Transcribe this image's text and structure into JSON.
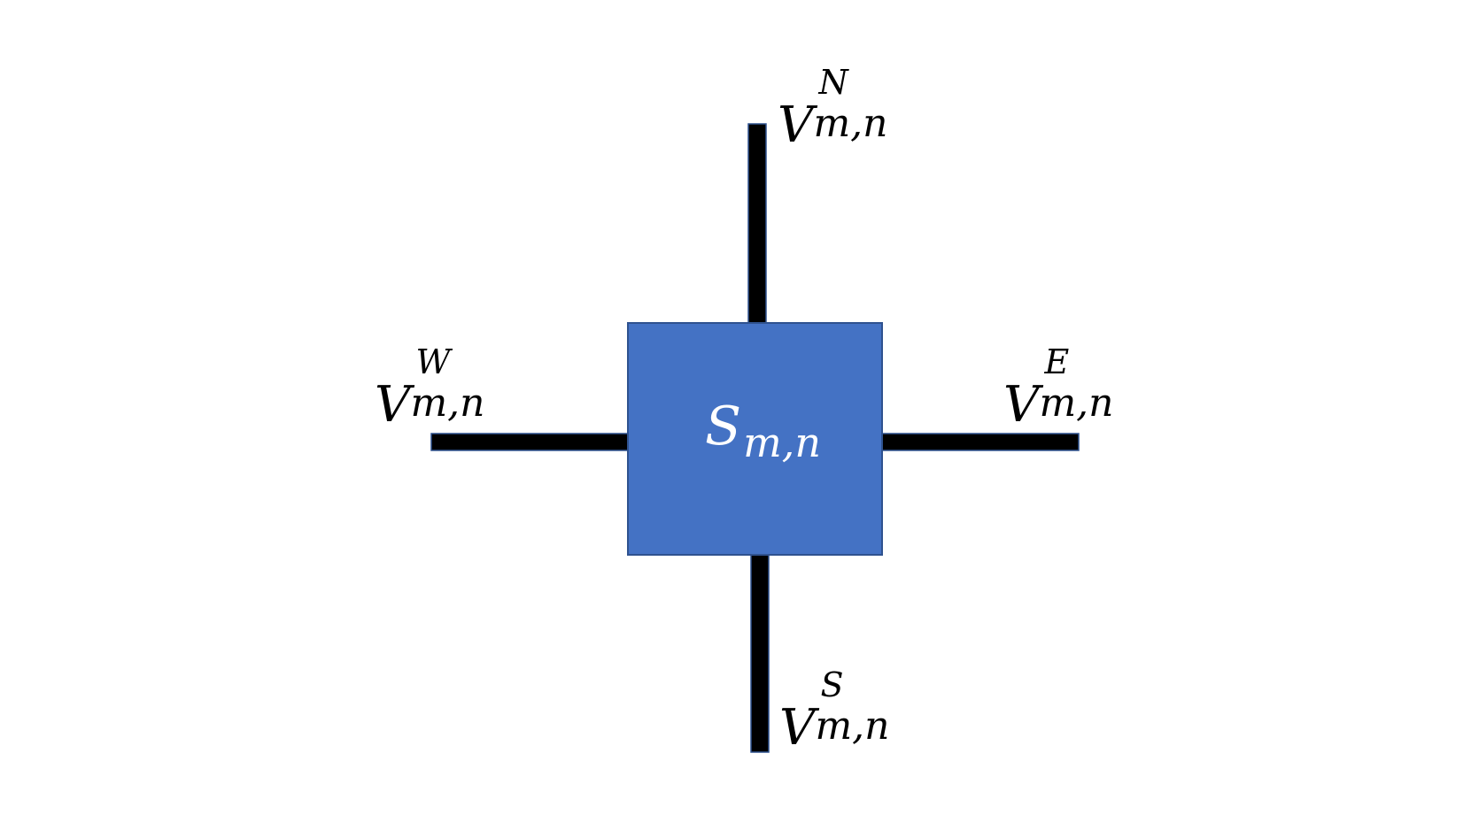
{
  "diagram": {
    "center": {
      "base": "S",
      "subscript": "m,n",
      "fill": "#4472C4",
      "stroke": "#2F528F"
    },
    "branch_color": "#000000",
    "labels": {
      "north": {
        "base": "V",
        "superscript": "N",
        "subscript": "m,n"
      },
      "south": {
        "base": "V",
        "superscript": "S",
        "subscript": "m,n"
      },
      "east": {
        "base": "V",
        "superscript": "E",
        "subscript": "m,n"
      },
      "west": {
        "base": "V",
        "superscript": "W",
        "subscript": "m,n"
      }
    }
  }
}
